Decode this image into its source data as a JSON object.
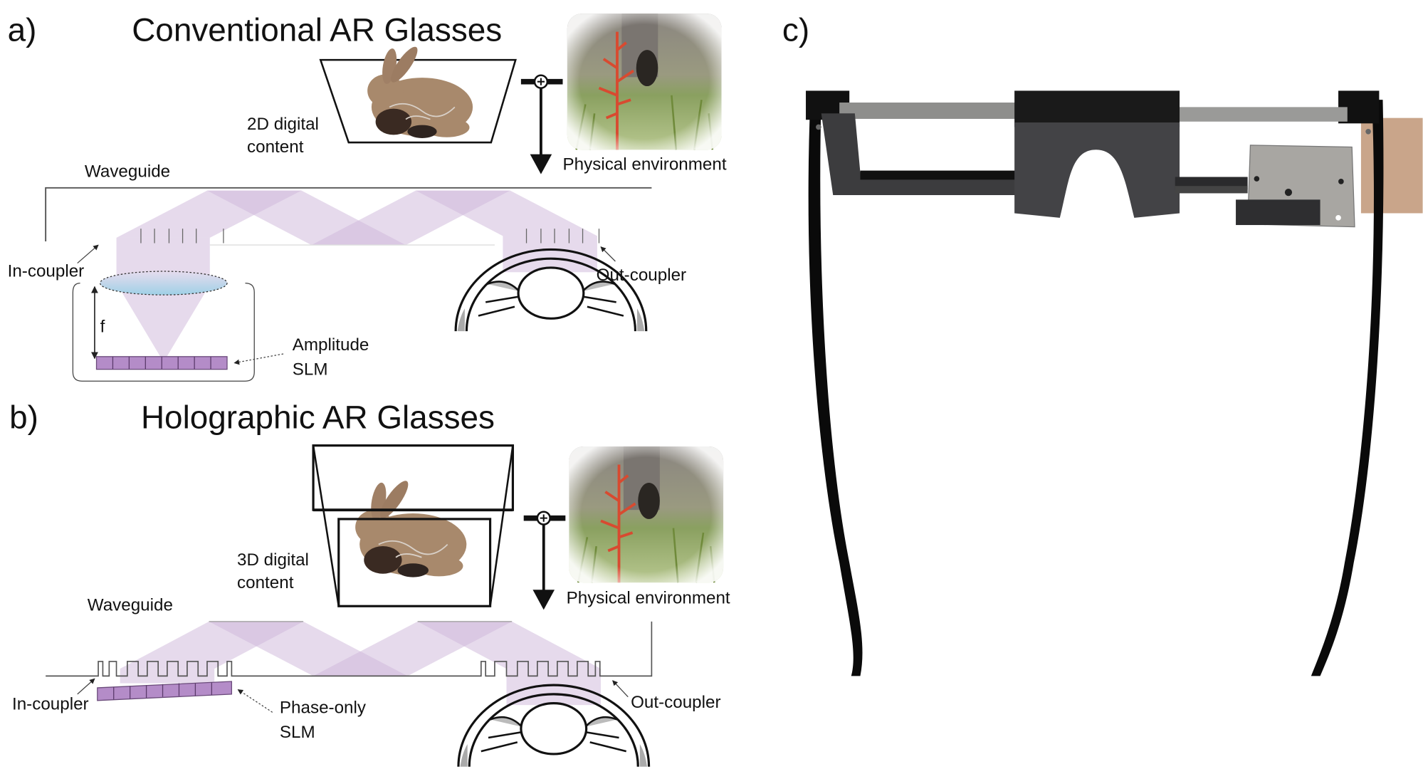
{
  "panel_a": {
    "label": "a)",
    "title": "Conventional AR Glasses",
    "content_label_line1": "2D digital",
    "content_label_line2": "content",
    "environment_label": "Physical environment",
    "waveguide_label": "Waveguide",
    "in_coupler_label": "In-coupler",
    "out_coupler_label": "Out-coupler",
    "focal_label": "f",
    "slm_label_line1": "Amplitude",
    "slm_label_line2": "SLM"
  },
  "panel_b": {
    "label": "b)",
    "title": "Holographic AR Glasses",
    "content_label_line1": "3D digital",
    "content_label_line2": "content",
    "environment_label": "Physical environment",
    "waveguide_label": "Waveguide",
    "in_coupler_label": "In-coupler",
    "out_coupler_label": "Out-coupler",
    "slm_label_line1": "Phase-only",
    "slm_label_line2": "SLM"
  },
  "panel_c": {
    "label": "c)"
  },
  "colors": {
    "beam_light": "#e7dcee",
    "beam_dark": "#cdb5da",
    "slm": "#b48cc8",
    "lens": "#bfe0ec"
  }
}
